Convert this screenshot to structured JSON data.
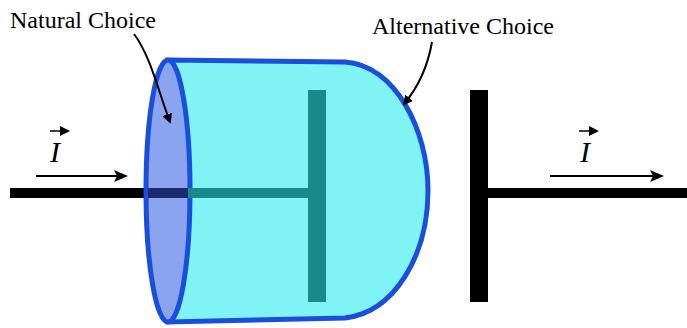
{
  "diagram": {
    "labels": [
      "Natural Choice",
      "Alternative Choice",
      "I",
      "I"
    ]
  }
}
